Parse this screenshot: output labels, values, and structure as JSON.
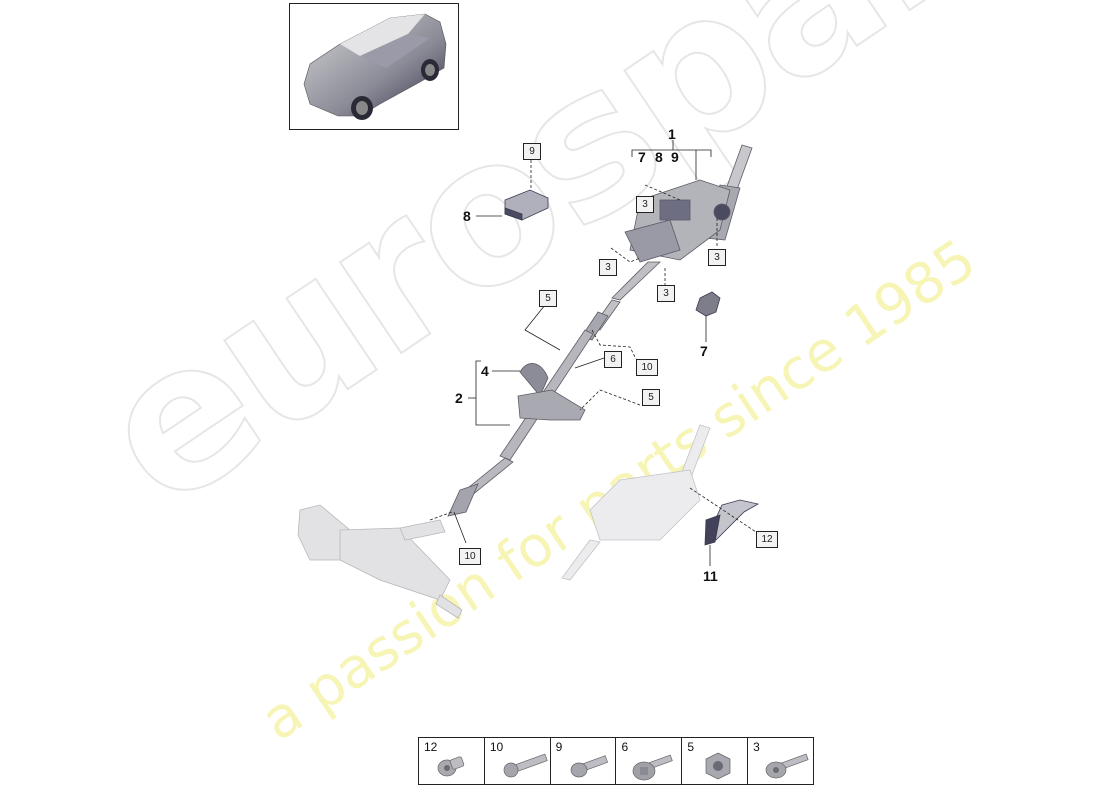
{
  "watermark": {
    "brand": "eurospares",
    "tagline": "a passion for parts since 1985",
    "brand_color": "#e6e6e6",
    "tagline_color": "#f7f5b6"
  },
  "thumbnail": {
    "icon": "car-suv-thumbnail-icon"
  },
  "callouts": {
    "n1": "1",
    "n1_sub": [
      "7",
      "8",
      "9"
    ],
    "n2": "2",
    "n4": "4",
    "n7": "7",
    "n8": "8",
    "n11": "11"
  },
  "boxes": {
    "b9_top": "9",
    "b3_a": "3",
    "b3_b": "3",
    "b3_c": "3",
    "b3_d": "3",
    "b5_top": "5",
    "b6": "6",
    "b10_mid": "10",
    "b5_low": "5",
    "b10_low": "10",
    "b12": "12"
  },
  "fastener_table": [
    {
      "label": "12",
      "icon": "pan-head-screw-icon"
    },
    {
      "label": "10",
      "icon": "long-bolt-icon"
    },
    {
      "label": "9",
      "icon": "bolt-icon"
    },
    {
      "label": "6",
      "icon": "flange-bolt-icon"
    },
    {
      "label": "5",
      "icon": "hex-nut-icon"
    },
    {
      "label": "3",
      "icon": "torx-bolt-icon"
    }
  ]
}
